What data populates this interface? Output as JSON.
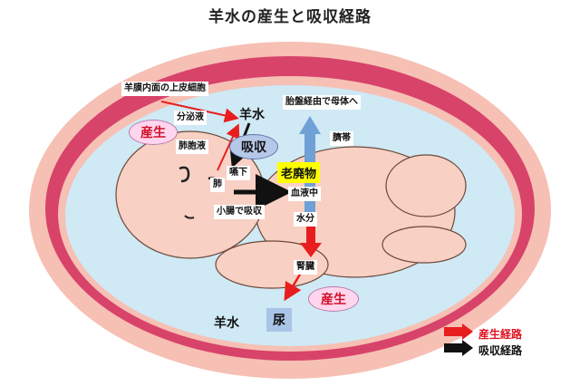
{
  "title": "羊水の産生と吸収経路",
  "labels": {
    "amnion_cells": "羊膜内面の上皮細胞",
    "secretion": "分泌液",
    "amniotic_fluid_top": "羊水",
    "production_1": "産生",
    "lung_fluid": "肺胞液",
    "absorption": "吸収",
    "to_mother": "胎盤経由で母体へ",
    "umbilical_cord": "臍帯",
    "swallow": "嚥下",
    "waste": "老廃物",
    "lung": "肺",
    "blood": "血液中",
    "small_intestine": "小腸で吸収",
    "water": "水分",
    "kidney": "腎臓",
    "production_2": "産生",
    "amniotic_fluid_bottom": "羊水",
    "urine": "尿"
  },
  "legend": {
    "production": "産生経路",
    "absorption": "吸収経路"
  },
  "colors": {
    "production_arrow": "#e81e1e",
    "absorption_arrow": "#111111",
    "placenta_flow": "#6fa0d6",
    "waste_highlight": "#ffff00",
    "uterus": "#d8436a",
    "fluid": "#cfe9f5",
    "fetus_skin": "#f8d0c4",
    "badge_fill": "#ffd6ee"
  }
}
